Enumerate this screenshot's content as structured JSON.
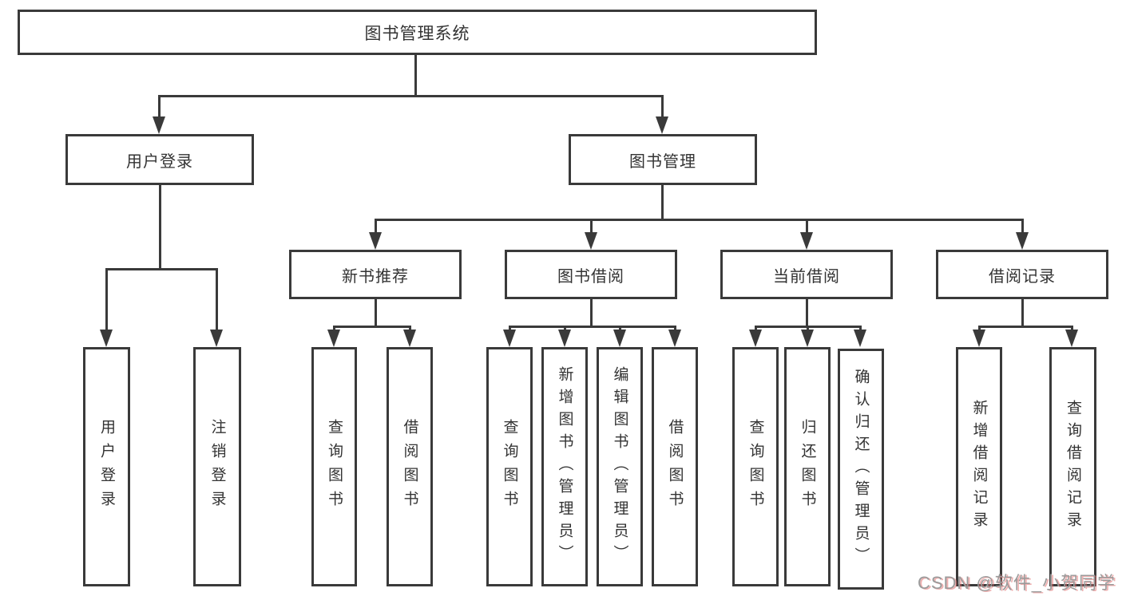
{
  "tree": {
    "root": {
      "label": "图书管理系统"
    },
    "branches": [
      {
        "label": "用户登录",
        "children": [
          {
            "label": "用户登录"
          },
          {
            "label": "注销登录"
          }
        ]
      },
      {
        "label": "图书管理",
        "children": [
          {
            "label": "新书推荐",
            "children": [
              {
                "label": "查询图书"
              },
              {
                "label": "借阅图书"
              }
            ]
          },
          {
            "label": "图书借阅",
            "children": [
              {
                "label": "查询图书"
              },
              {
                "label": "新增图书（管理员）"
              },
              {
                "label": "编辑图书（管理员）"
              },
              {
                "label": "借阅图书"
              }
            ]
          },
          {
            "label": "当前借阅",
            "children": [
              {
                "label": "查询图书"
              },
              {
                "label": "归还图书"
              },
              {
                "label": "确认归还（管理员）"
              }
            ]
          },
          {
            "label": "借阅记录",
            "children": [
              {
                "label": "新增借阅记录"
              },
              {
                "label": "查询借阅记录"
              }
            ]
          }
        ]
      }
    ]
  },
  "colors": {
    "line": "#3a3a3a",
    "text": "#333333",
    "background": "#ffffff",
    "watermark_gray": "#9b9b9b",
    "watermark_red": "#e26e6e"
  },
  "watermark": "CSDN @软件_小贺同学"
}
